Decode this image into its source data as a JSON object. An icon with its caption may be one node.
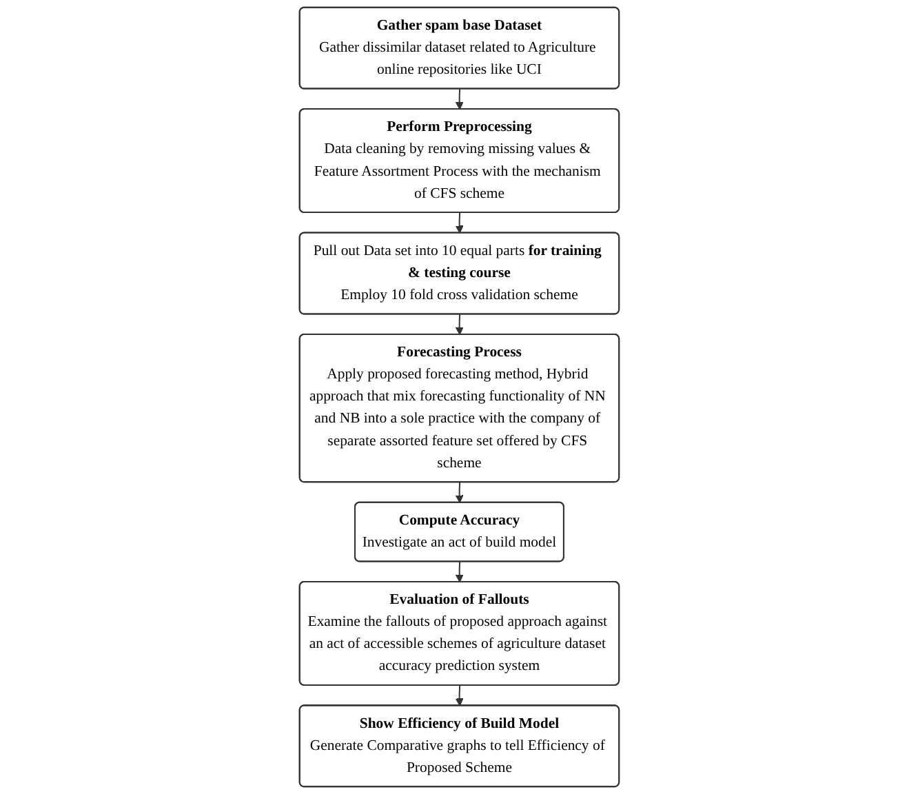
{
  "diagram": {
    "nodes": [
      {
        "text": [
          "Gather spam base Dataset",
          "Gather dissimilar dataset related to Agriculture online repositories like UCI"
        ]
      },
      {
        "text": [
          "Perform Preprocessing",
          "Data cleaning by removing missing values & Feature Assortment Process with the mechanism of CFS scheme"
        ]
      },
      {
        "text": [
          "Pull out Data set into 10 equal parts **for training & testing course**",
          "Employ 10 fold cross validation scheme"
        ]
      },
      {
        "text": [
          "Forecasting Process",
          "Apply proposed forecasting method, Hybrid approach that mix forecasting functionality of NN and NB into a sole practice with the company of separate assorted feature set offered by CFS scheme"
        ]
      },
      {
        "text": [
          "Compute Accuracy",
          "Investigate an act of build model"
        ]
      },
      {
        "text": [
          "Evaluation of Fallouts",
          "Examine the fallouts of proposed approach against an act of accessible schemes of agriculture dataset accuracy prediction system"
        ]
      },
      {
        "text": [
          "Show Efficiency of Build Model",
          "Generate Comparative graphs to tell Efficiency of Proposed Scheme"
        ]
      }
    ],
    "edges": [
      {
        "from": 0,
        "to": 1,
        "arrow": "to"
      },
      {
        "from": 1,
        "to": 2,
        "arrow": "to"
      },
      {
        "from": 2,
        "to": 3,
        "arrow": "to"
      },
      {
        "from": 3,
        "to": 4,
        "arrow": "to"
      },
      {
        "from": 4,
        "to": 5,
        "arrow": "to"
      },
      {
        "from": 5,
        "to": 6,
        "arrow": "to"
      }
    ]
  }
}
